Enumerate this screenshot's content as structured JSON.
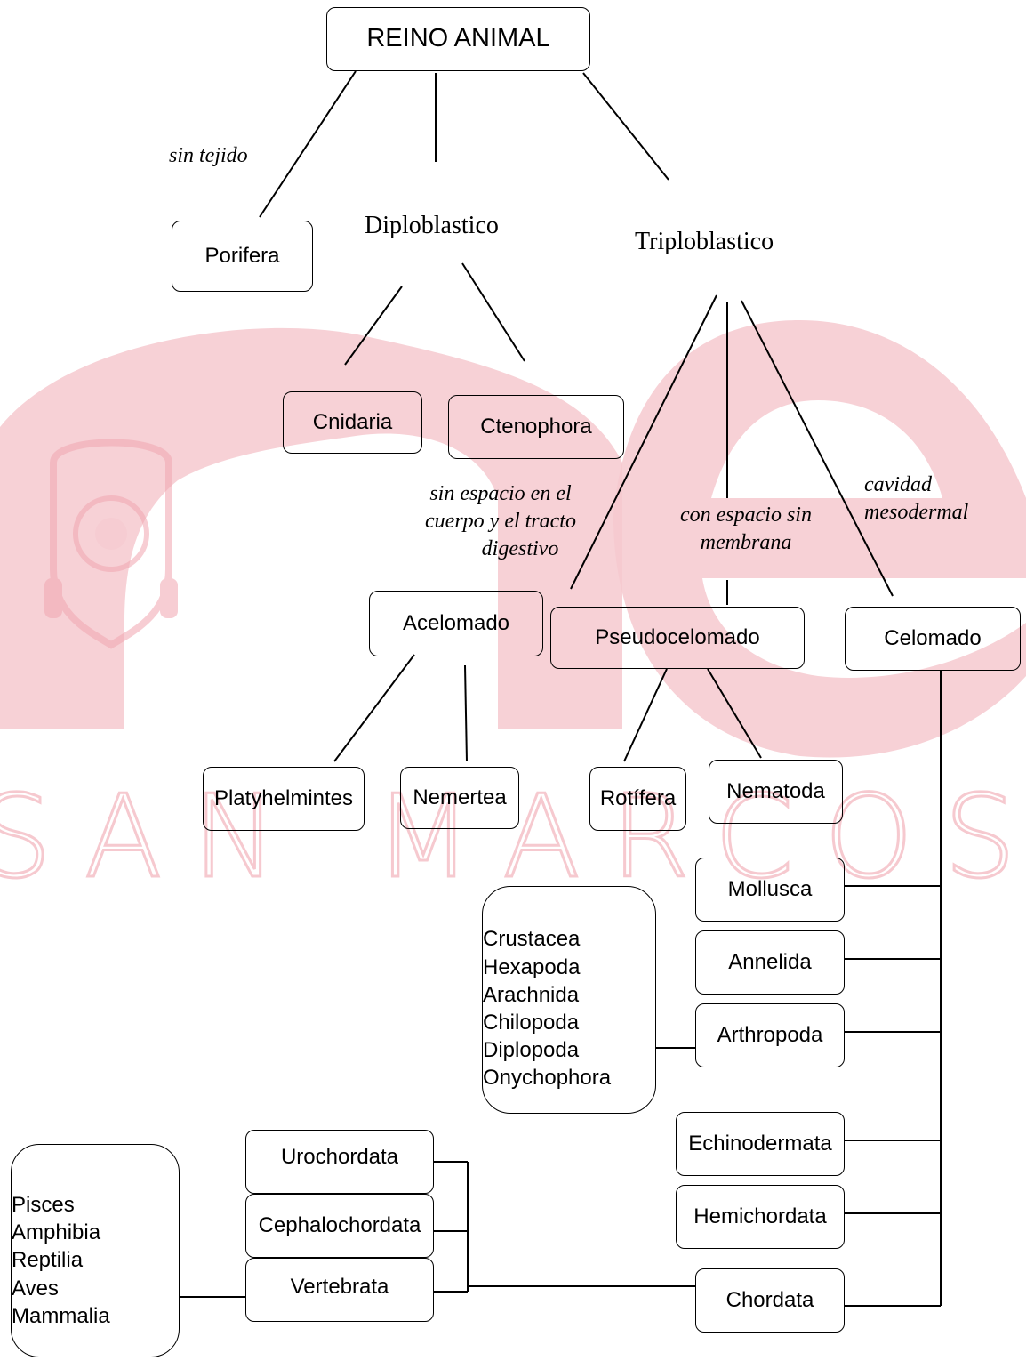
{
  "root": "REINO ANIMAL",
  "levels": {
    "diploblastico": "Diploblastico",
    "triploblastico": "Triploblastico"
  },
  "phyla": {
    "porifera": "Porifera",
    "cnidaria": "Cnidaria",
    "ctenophora": "Ctenophora",
    "acelomado": "Acelomado",
    "pseudocelomado": "Pseudocelomado",
    "celomado": "Celomado",
    "platyhelmintes": "Platyhelmintes",
    "nemertea": "Nemertea",
    "rotifera": "Rotífera",
    "nematoda": "Nematoda",
    "mollusca": "Mollusca",
    "annelida": "Annelida",
    "arthropoda": "Arthropoda",
    "echinodermata": "Echinodermata",
    "hemichordata": "Hemichordata",
    "chordata": "Chordata",
    "urochordata": "Urochordata",
    "cephalochordata": "Cephalochordata",
    "vertebrata": "Vertebrata"
  },
  "arthropod_groups": [
    "Crustacea",
    "Hexapoda",
    "Arachnida",
    "Chilopoda",
    "Diplopoda",
    "Onychophora"
  ],
  "vertebrate_groups": [
    "Pisces",
    "Amphibia",
    "Reptilia",
    "Aves",
    "Mammalia"
  ],
  "annotations": {
    "sin_tejido": "sin tejido",
    "acelomado_note": [
      "sin espacio en el",
      "cuerpo y el tracto",
      "digestivo"
    ],
    "pseudocelomado_note": [
      "con espacio sin",
      "membrana"
    ],
    "celomado_note": [
      "cavidad",
      "mesodermal"
    ]
  },
  "watermark": {
    "text": "SAN MARCOS",
    "color": "#f6c9cf"
  }
}
